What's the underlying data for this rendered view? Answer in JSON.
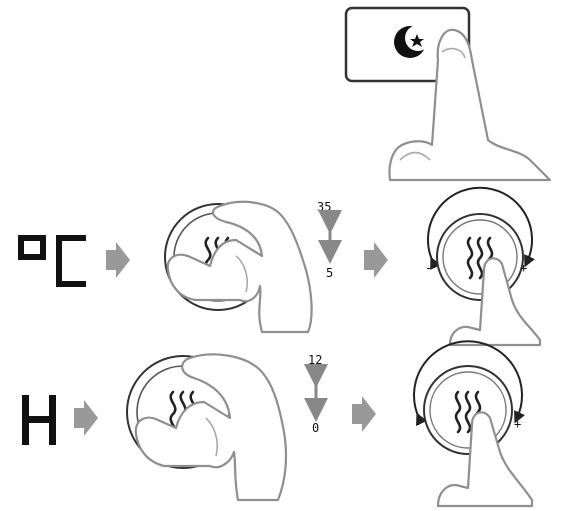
{
  "button": {
    "icon": "moon-star-icon"
  },
  "rows": [
    {
      "mode_icon": "degree-celsius-segment-icon",
      "range_max": "35",
      "range_min": "5",
      "minus_label": "-",
      "plus_label": "+"
    },
    {
      "mode_icon": "hour-segment-icon",
      "range_max": "12",
      "range_min": "0",
      "minus_label": "-",
      "plus_label": "+"
    }
  ],
  "colors": {
    "arrow": "#9a9a9a",
    "outline": "#8f8f8f",
    "ink": "#222222"
  }
}
